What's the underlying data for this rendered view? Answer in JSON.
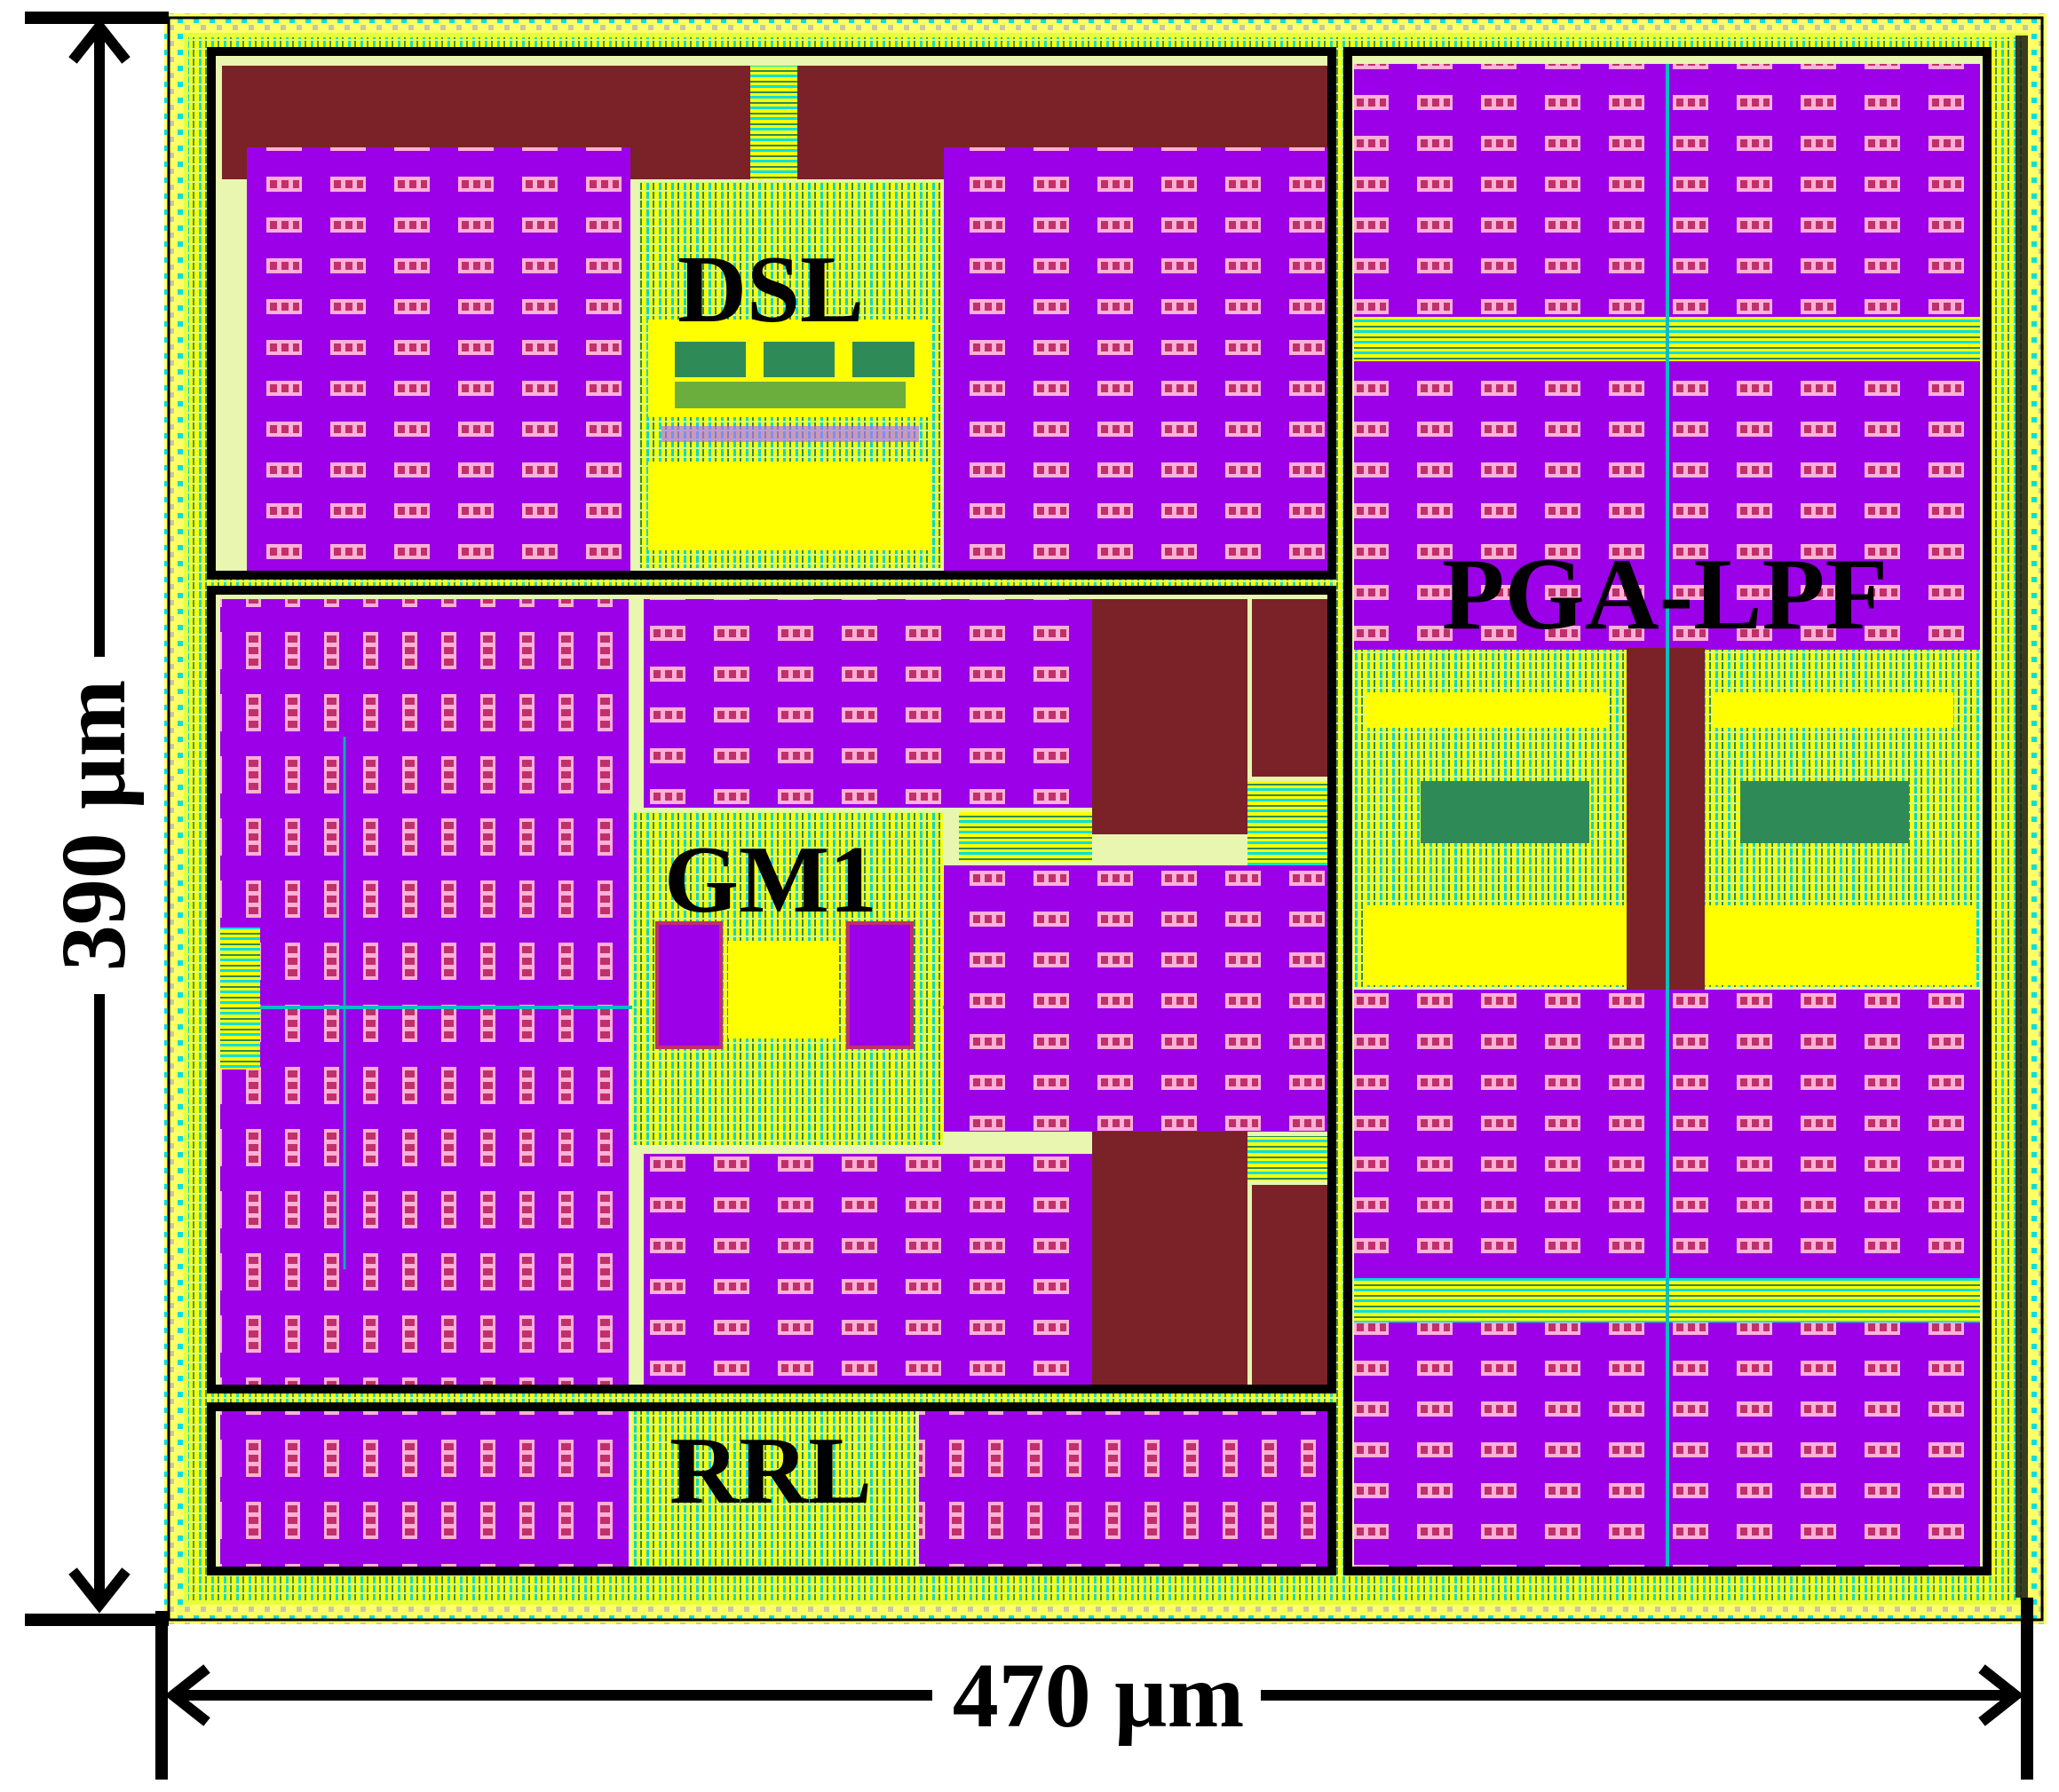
{
  "dimensions": {
    "height_label": "390 µm",
    "width_label": "470 µm"
  },
  "blocks": {
    "dsl": "DSL",
    "gm1": "GM1",
    "rrl": "RRL",
    "pga_lpf": "PGA-LPF"
  },
  "colors": {
    "background": "#ffffff",
    "chip_base": "#e6ff3a",
    "routing_yellow": "#ffff00",
    "routing_cyan": "#00ffff",
    "capacitor_purple": "#9b00e8",
    "cell_pink": "#ffb0d8",
    "resistor_maroon": "#7a2228",
    "active_green": "#2e8b57",
    "outline": "#000000"
  }
}
